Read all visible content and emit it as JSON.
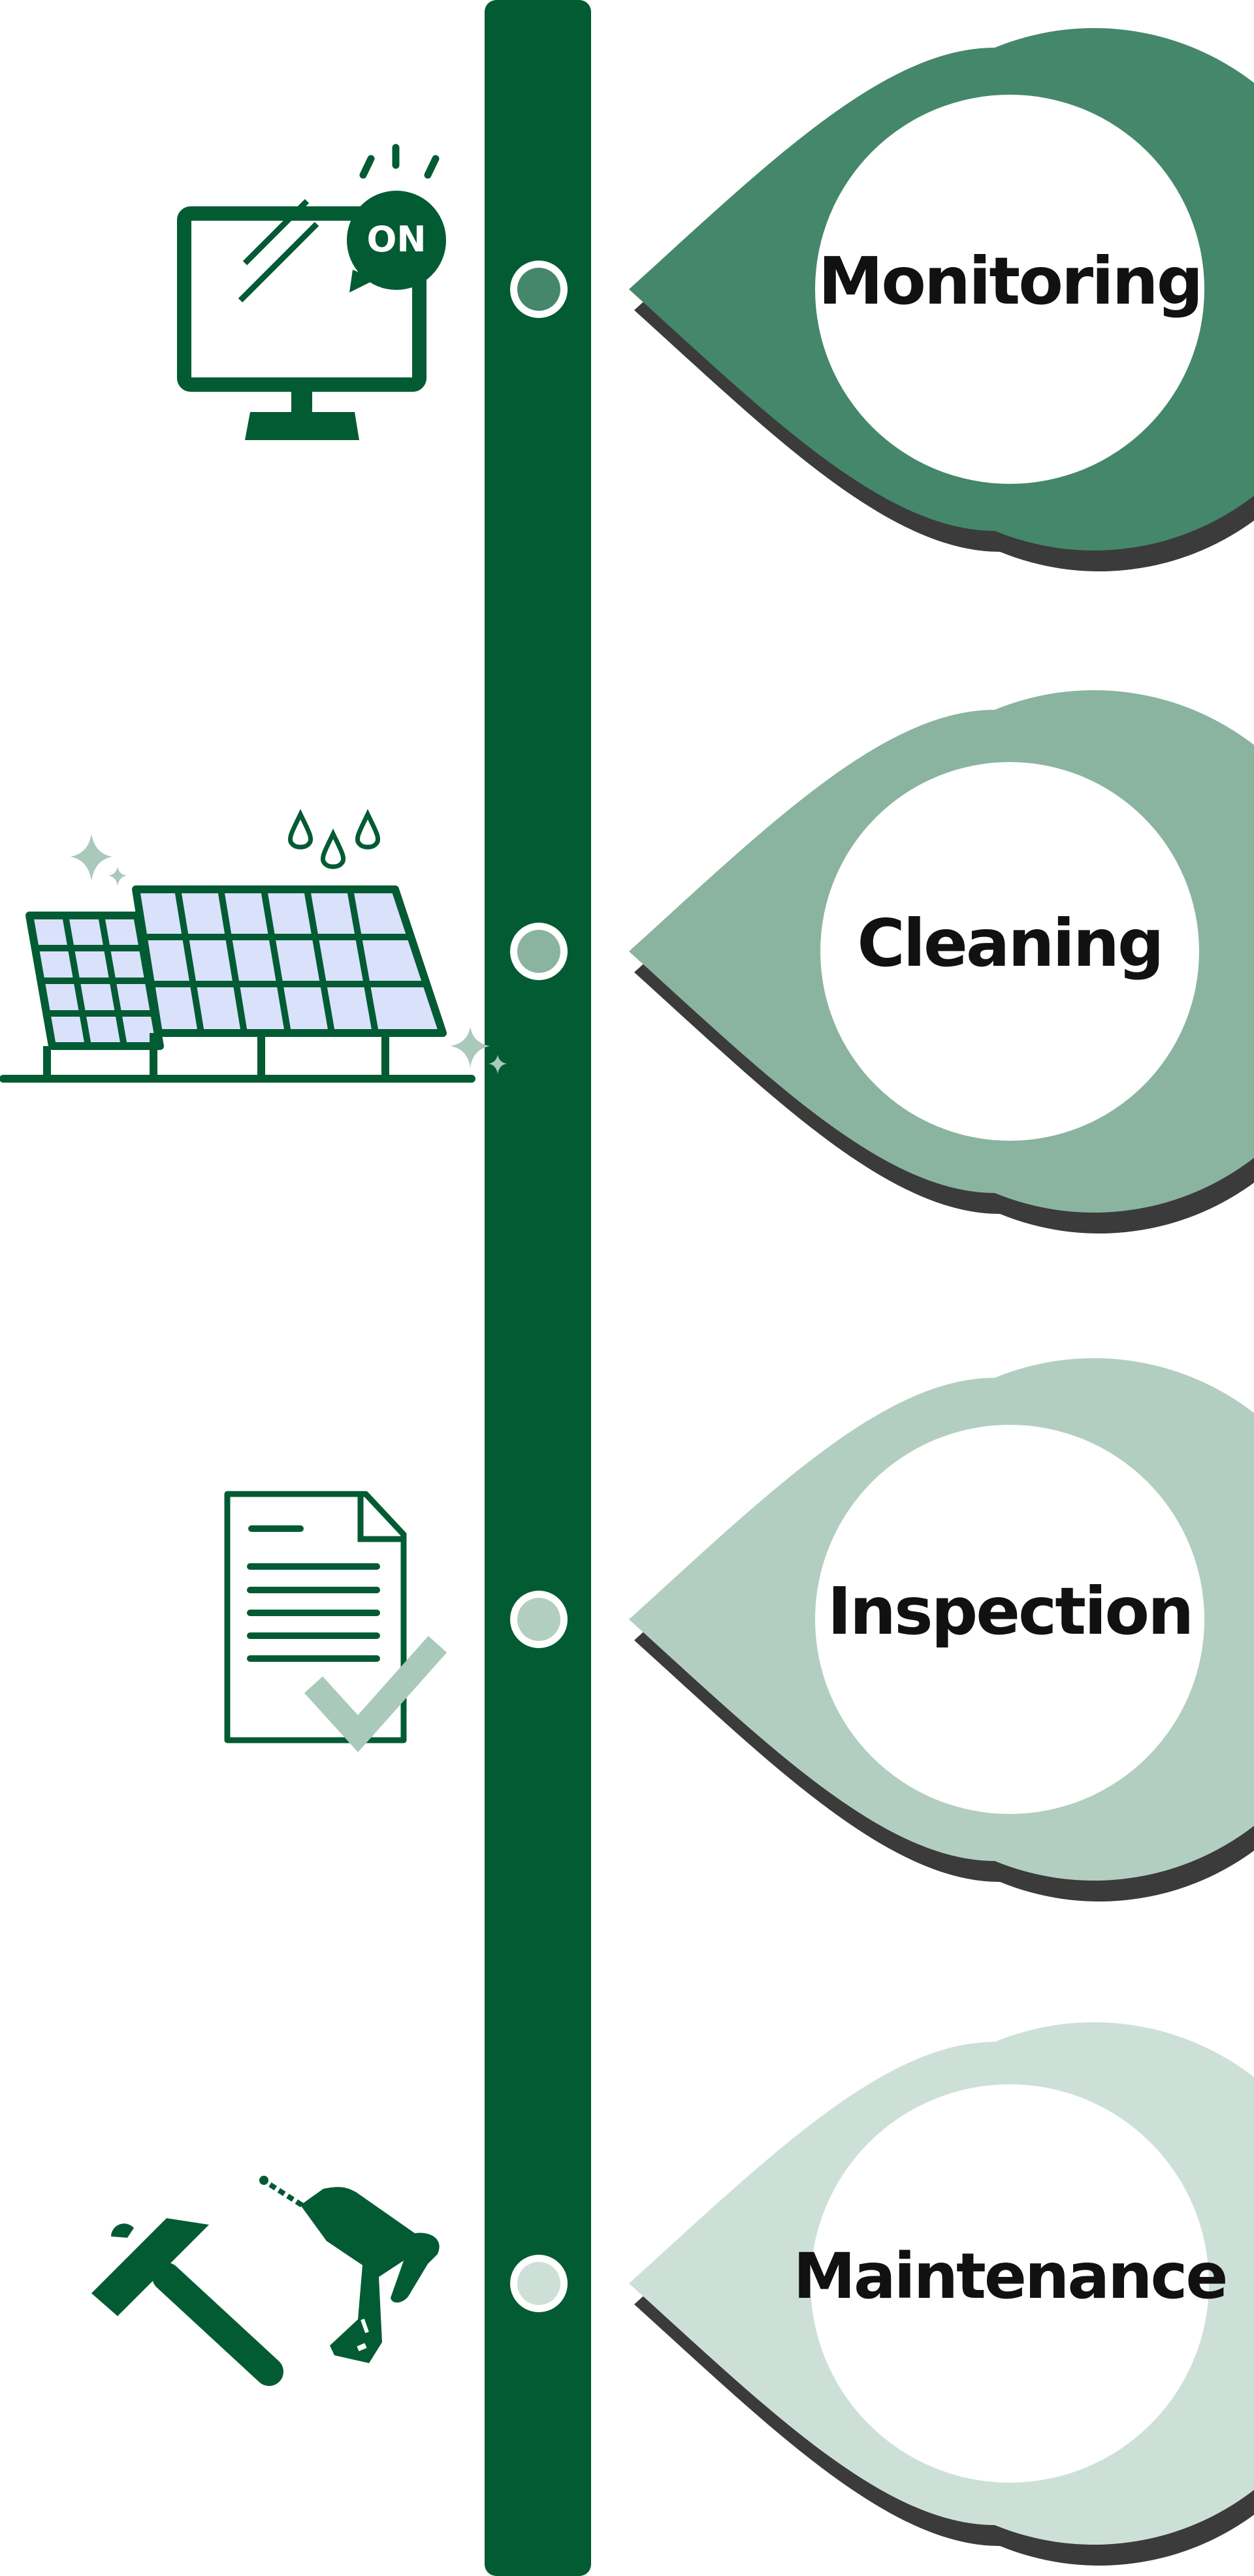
{
  "colors": {
    "spine": "#025b33",
    "shadow": "#3b3b3b",
    "ring": "#ffffff",
    "icon_green": "#025b33",
    "icon_mint": "#a9c9bb",
    "panel_cell": "#d9e1fb"
  },
  "steps": [
    {
      "label": "Monitoring",
      "color": "#45876a",
      "icon": "monitor-on-icon"
    },
    {
      "label": "Cleaning",
      "color": "#8ab49f",
      "icon": "solar-panel-icon"
    },
    {
      "label": "Inspection",
      "color": "#b2cec1",
      "icon": "checklist-document-icon"
    },
    {
      "label": "Maintenance",
      "color": "#cde0d7",
      "icon": "hammer-drill-icon"
    }
  ],
  "icons": {
    "monitor_badge": "ON"
  }
}
